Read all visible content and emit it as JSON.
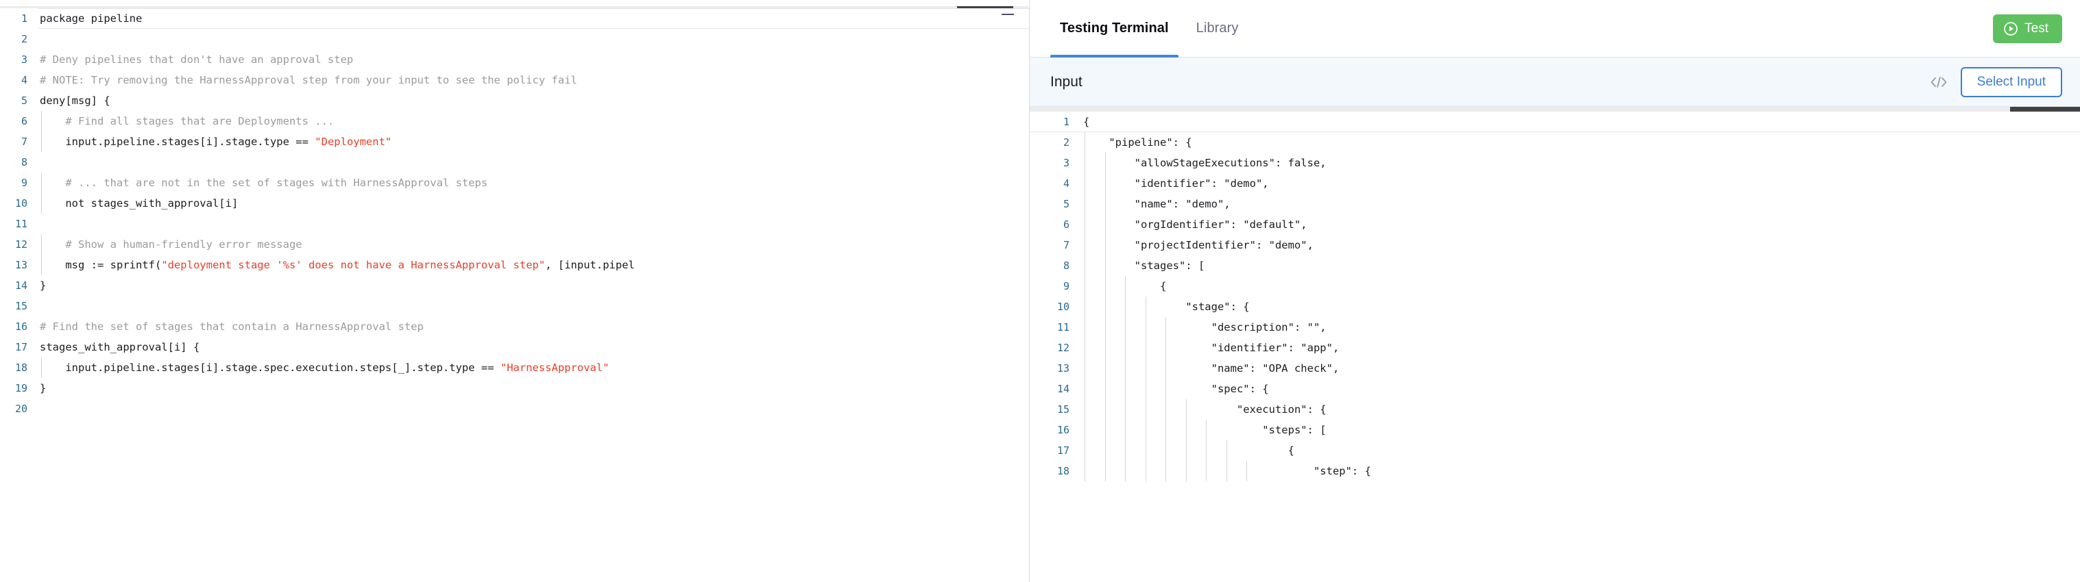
{
  "editor": {
    "name": "rego-policy-editor",
    "language": "rego",
    "minimize_icon": "minimize-icon",
    "lines": [
      {
        "n": "1",
        "indent": 0,
        "guides": 0,
        "parts": [
          {
            "t": "package pipeline",
            "c": "tok"
          }
        ]
      },
      {
        "n": "2",
        "indent": 0,
        "guides": 0,
        "parts": [
          {
            "t": "",
            "c": "tok"
          }
        ]
      },
      {
        "n": "3",
        "indent": 0,
        "guides": 0,
        "parts": [
          {
            "t": "# Deny pipelines that don't have an approval step",
            "c": "cm"
          }
        ]
      },
      {
        "n": "4",
        "indent": 0,
        "guides": 0,
        "parts": [
          {
            "t": "# NOTE: Try removing the HarnessApproval step from your input to see the policy fail",
            "c": "cm"
          }
        ]
      },
      {
        "n": "5",
        "indent": 0,
        "guides": 0,
        "parts": [
          {
            "t": "deny[msg] {",
            "c": "tok"
          }
        ]
      },
      {
        "n": "6",
        "indent": 1,
        "guides": 1,
        "parts": [
          {
            "t": "    # Find all stages that are Deployments ...",
            "c": "cm"
          }
        ]
      },
      {
        "n": "7",
        "indent": 1,
        "guides": 1,
        "parts": [
          {
            "t": "    input.pipeline.stages[i].stage.type == ",
            "c": "tok"
          },
          {
            "t": "\"Deployment\"",
            "c": "str"
          }
        ]
      },
      {
        "n": "8",
        "indent": 1,
        "guides": 1,
        "parts": [
          {
            "t": "",
            "c": "tok"
          }
        ]
      },
      {
        "n": "9",
        "indent": 1,
        "guides": 1,
        "parts": [
          {
            "t": "    # ... that are not in the set of stages with HarnessApproval steps",
            "c": "cm"
          }
        ]
      },
      {
        "n": "10",
        "indent": 1,
        "guides": 1,
        "parts": [
          {
            "t": "    not stages_with_approval[i]",
            "c": "tok"
          }
        ]
      },
      {
        "n": "11",
        "indent": 1,
        "guides": 1,
        "parts": [
          {
            "t": "",
            "c": "tok"
          }
        ]
      },
      {
        "n": "12",
        "indent": 1,
        "guides": 1,
        "parts": [
          {
            "t": "    # Show a human-friendly error message",
            "c": "cm"
          }
        ]
      },
      {
        "n": "13",
        "indent": 1,
        "guides": 1,
        "parts": [
          {
            "t": "    msg := sprintf(",
            "c": "tok"
          },
          {
            "t": "\"deployment stage '%s' does not have a HarnessApproval step\"",
            "c": "str"
          },
          {
            "t": ", [input.pipel",
            "c": "tok"
          }
        ]
      },
      {
        "n": "14",
        "indent": 0,
        "guides": 0,
        "parts": [
          {
            "t": "}",
            "c": "tok"
          }
        ]
      },
      {
        "n": "15",
        "indent": 0,
        "guides": 0,
        "parts": [
          {
            "t": "",
            "c": "tok"
          }
        ]
      },
      {
        "n": "16",
        "indent": 0,
        "guides": 0,
        "parts": [
          {
            "t": "# Find the set of stages that contain a HarnessApproval step",
            "c": "cm"
          }
        ]
      },
      {
        "n": "17",
        "indent": 0,
        "guides": 0,
        "parts": [
          {
            "t": "stages_with_approval[i] {",
            "c": "tok"
          }
        ]
      },
      {
        "n": "18",
        "indent": 1,
        "guides": 1,
        "parts": [
          {
            "t": "    input.pipeline.stages[i].stage.spec.execution.steps[_].step.type == ",
            "c": "tok"
          },
          {
            "t": "\"HarnessApproval\"",
            "c": "str"
          }
        ]
      },
      {
        "n": "19",
        "indent": 0,
        "guides": 0,
        "parts": [
          {
            "t": "}",
            "c": "tok"
          }
        ]
      },
      {
        "n": "20",
        "indent": 0,
        "guides": 0,
        "parts": [
          {
            "t": "",
            "c": "tok"
          }
        ]
      }
    ]
  },
  "right": {
    "tabs": [
      {
        "label": "Testing Terminal",
        "name": "tab-testing-terminal",
        "active": true
      },
      {
        "label": "Library",
        "name": "tab-library",
        "active": false
      }
    ],
    "test_button": {
      "label": "Test",
      "icon": "play-circle-icon"
    },
    "input_bar": {
      "label": "Input",
      "code_toggle_icon": "code-brackets-icon",
      "select_input_label": "Select Input"
    },
    "json_lines": [
      {
        "n": "1",
        "guides": 0,
        "text": "{"
      },
      {
        "n": "2",
        "guides": 1,
        "text": "    \"pipeline\": {"
      },
      {
        "n": "3",
        "guides": 2,
        "text": "        \"allowStageExecutions\": false,"
      },
      {
        "n": "4",
        "guides": 2,
        "text": "        \"identifier\": \"demo\","
      },
      {
        "n": "5",
        "guides": 2,
        "text": "        \"name\": \"demo\","
      },
      {
        "n": "6",
        "guides": 2,
        "text": "        \"orgIdentifier\": \"default\","
      },
      {
        "n": "7",
        "guides": 2,
        "text": "        \"projectIdentifier\": \"demo\","
      },
      {
        "n": "8",
        "guides": 2,
        "text": "        \"stages\": ["
      },
      {
        "n": "9",
        "guides": 3,
        "text": "            {"
      },
      {
        "n": "10",
        "guides": 4,
        "text": "                \"stage\": {"
      },
      {
        "n": "11",
        "guides": 5,
        "text": "                    \"description\": \"\","
      },
      {
        "n": "12",
        "guides": 5,
        "text": "                    \"identifier\": \"app\","
      },
      {
        "n": "13",
        "guides": 5,
        "text": "                    \"name\": \"OPA check\","
      },
      {
        "n": "14",
        "guides": 5,
        "text": "                    \"spec\": {"
      },
      {
        "n": "15",
        "guides": 6,
        "text": "                        \"execution\": {"
      },
      {
        "n": "16",
        "guides": 7,
        "text": "                            \"steps\": ["
      },
      {
        "n": "17",
        "guides": 8,
        "text": "                                {"
      },
      {
        "n": "18",
        "guides": 9,
        "text": "                                    \"step\": {"
      }
    ]
  },
  "colors": {
    "accent_blue": "#3b7dd8",
    "tab_underline": "#4287d6",
    "test_green": "#5fc05f",
    "string_red": "#e8402a",
    "comment_gray": "#9b9b9b",
    "linenum_blue": "#2b6a8f",
    "input_bar_bg": "#f2f8fc"
  }
}
